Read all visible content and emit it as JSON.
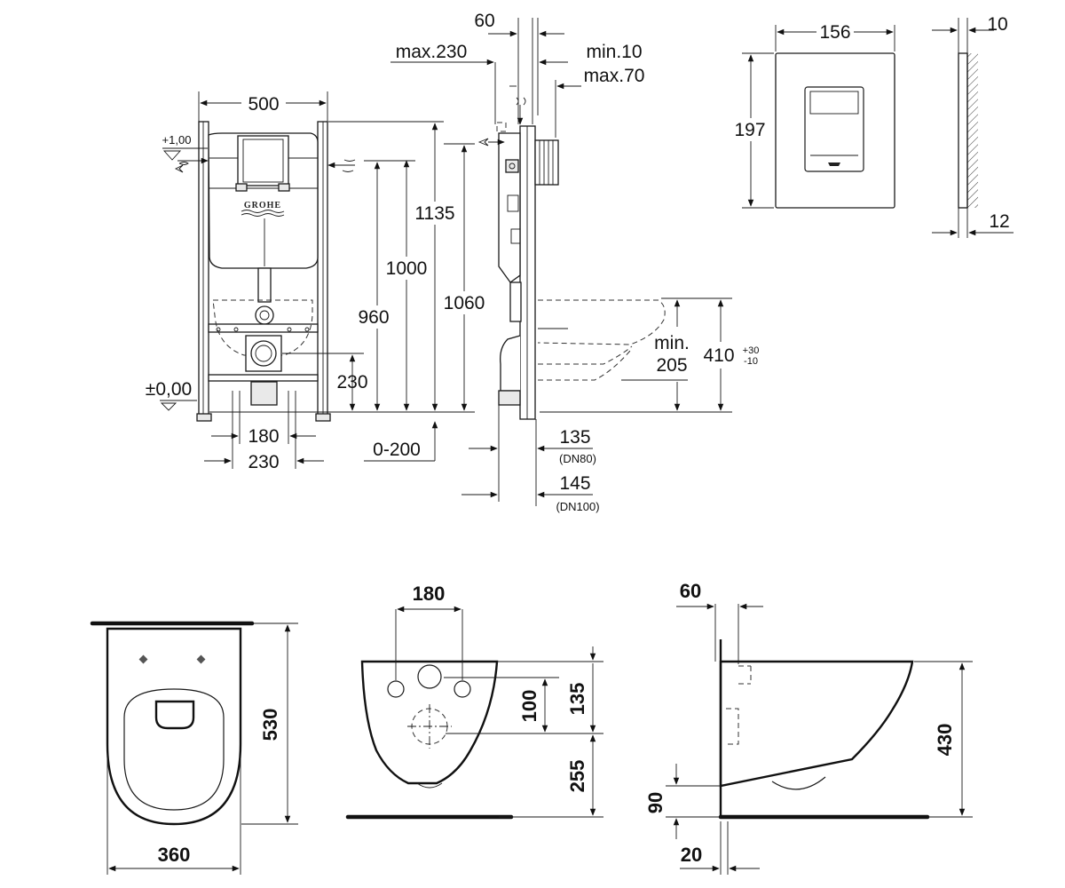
{
  "frame_front": {
    "brand": "GROHE",
    "width": "500",
    "inlet_level": "+1,00",
    "floor_level": "±0,00",
    "drain_height": "230",
    "spacing_180": "180",
    "spacing_230": "230"
  },
  "frame_side": {
    "dim_60": "60",
    "dim_max230": "max.230",
    "dim_min10": "min.10",
    "dim_max70": "max.70",
    "h1135": "1135",
    "h1000": "1000",
    "h960": "960",
    "h1060": "1060",
    "adjust": "0-200",
    "wc_min": "min.",
    "wc_205": "205",
    "wc_410": "410",
    "tol_plus": "+30",
    "tol_minus": "-10",
    "d135": "135",
    "dn80": "(DN80)",
    "d145": "145",
    "dn100": "(DN100)"
  },
  "flush_plate": {
    "width": "156",
    "height": "197",
    "depth_10": "10",
    "depth_12": "12"
  },
  "bowl_top": {
    "length": "530",
    "width": "360"
  },
  "bowl_back": {
    "spacing": "180",
    "d100": "100",
    "d135": "135",
    "d255": "255"
  },
  "bowl_side": {
    "d60": "60",
    "d430": "430",
    "d90": "90",
    "d20": "20"
  }
}
